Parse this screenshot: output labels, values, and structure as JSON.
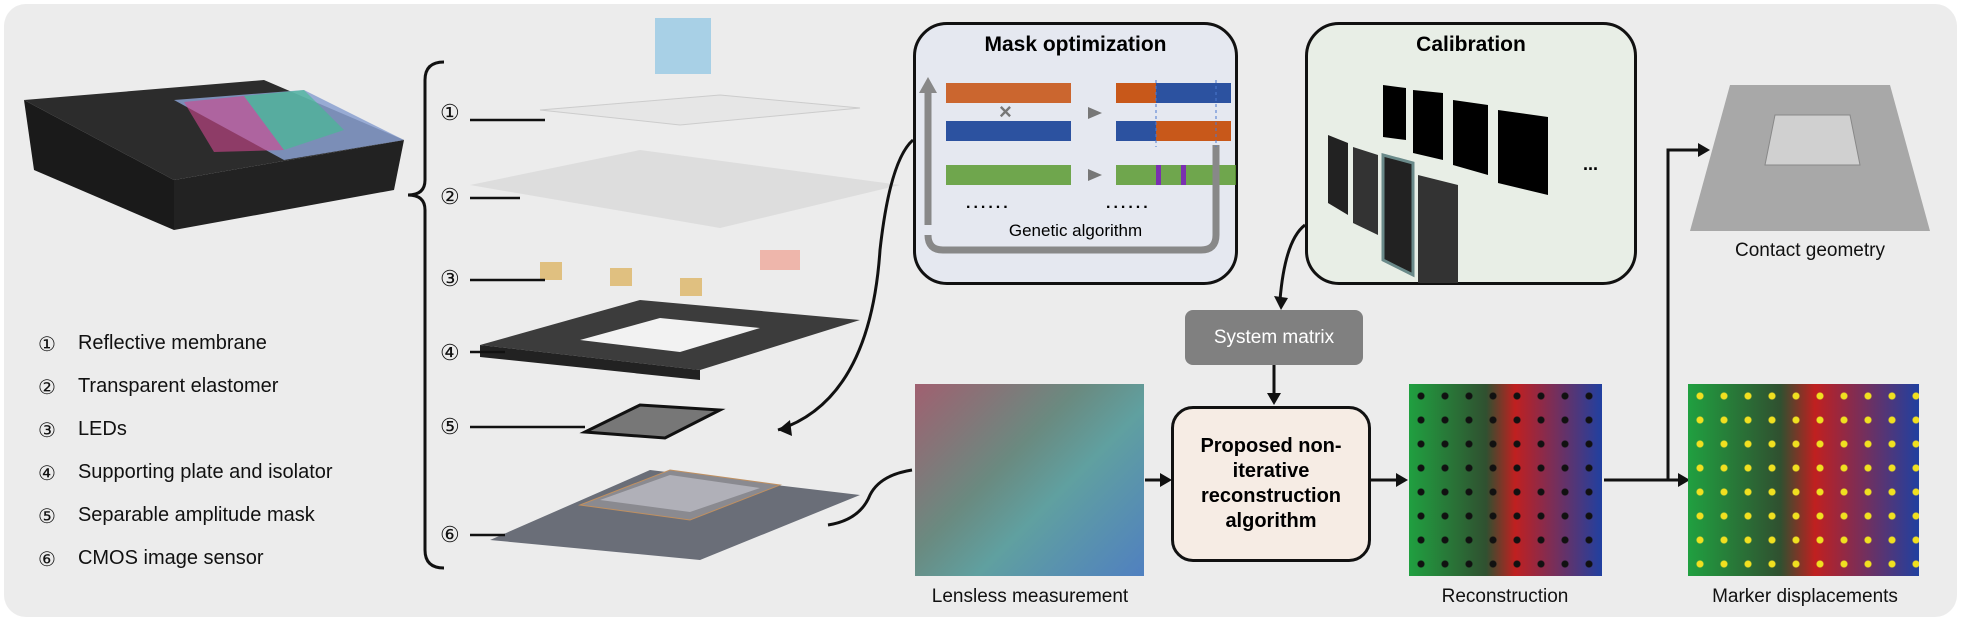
{
  "legend": [
    {
      "num": "①",
      "label": "Reflective membrane"
    },
    {
      "num": "②",
      "label": "Transparent elastomer"
    },
    {
      "num": "③",
      "label": "LEDs"
    },
    {
      "num": "④",
      "label": "Supporting plate and isolator"
    },
    {
      "num": "⑤",
      "label": "Separable amplitude mask"
    },
    {
      "num": "⑥",
      "label": "CMOS image sensor"
    }
  ],
  "mask_optimization": {
    "title": "Mask optimization",
    "caption": "Genetic algorithm",
    "cross": "×",
    "dots": "......"
  },
  "calibration": {
    "title": "Calibration"
  },
  "system_matrix": "System matrix",
  "algorithm": "Proposed non-iterative reconstruction algorithm",
  "captions": {
    "lensless": "Lensless measurement",
    "reconstruction": "Reconstruction",
    "contact": "Contact geometry",
    "markers": "Marker displacements"
  },
  "colors": {
    "panel": "#ececec",
    "mask_box": "#e5e8f0",
    "calib_box": "#e8eee6",
    "system_matrix": "#808080",
    "algo_box": "#f6ece4",
    "orange": "#c8581a",
    "blue": "#2c52a0",
    "green": "#5a9a30",
    "purple": "#7a30b0"
  }
}
